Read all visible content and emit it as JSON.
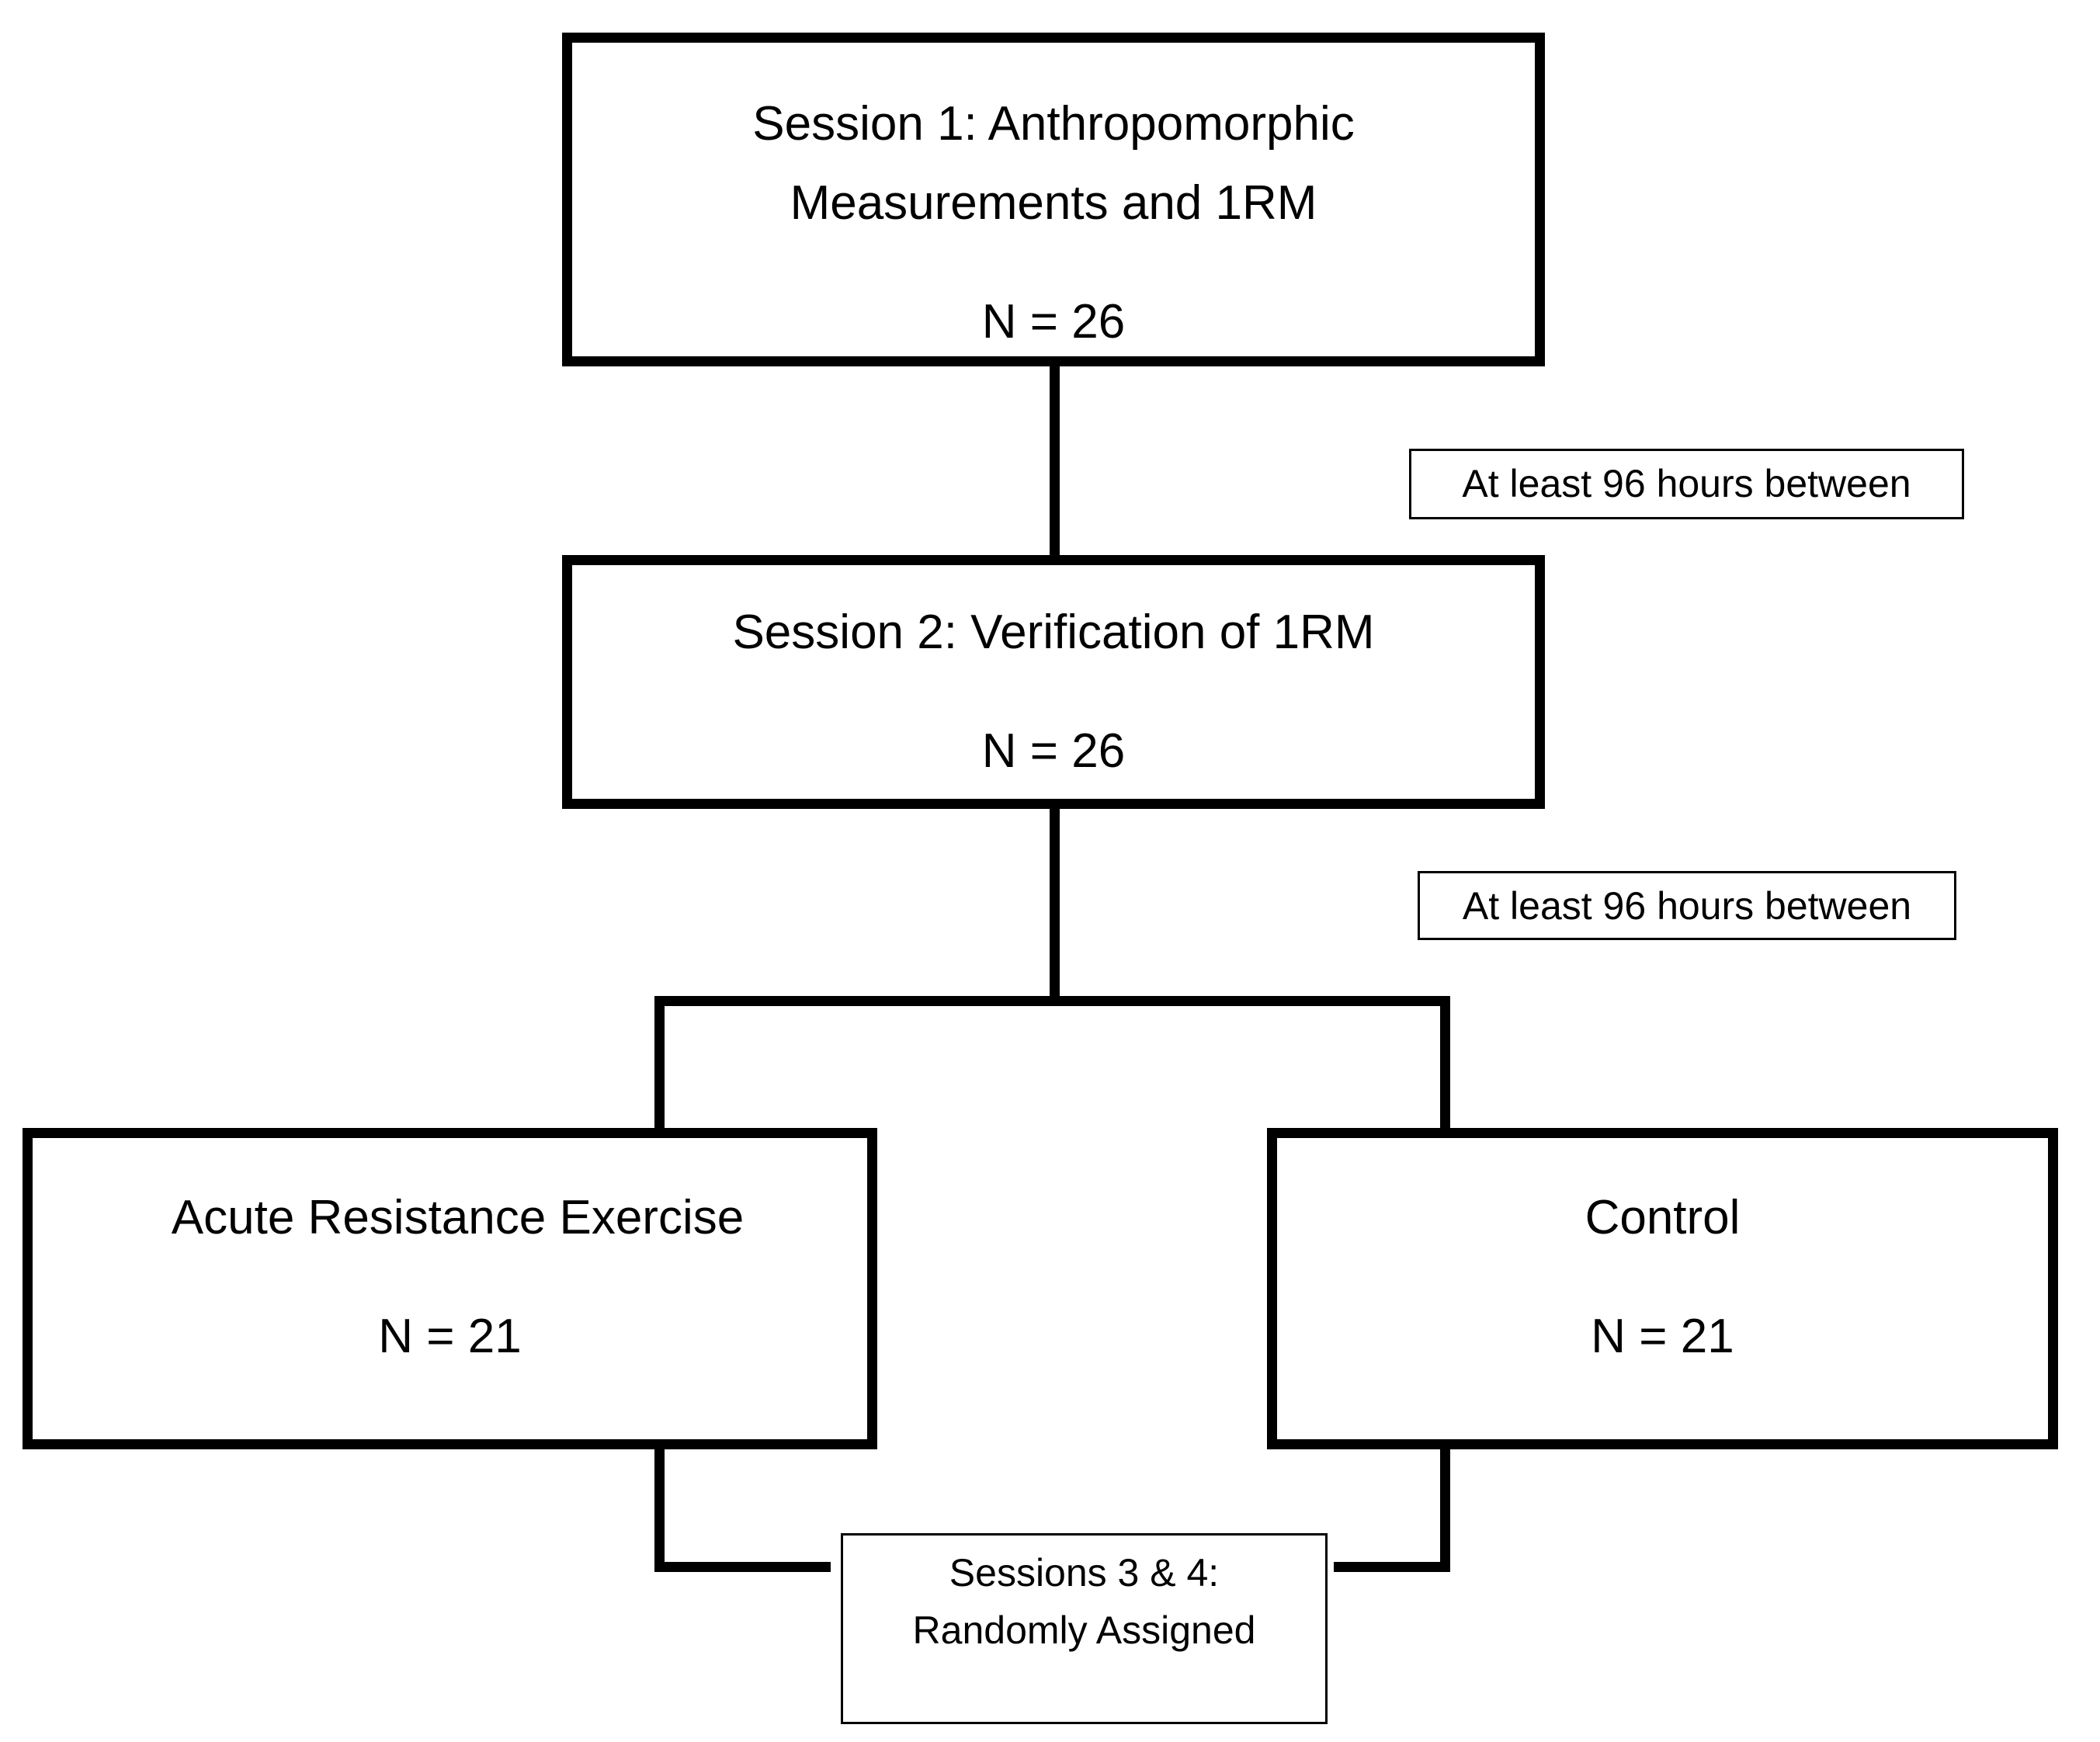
{
  "session1": {
    "line1": "Session 1: Anthropomorphic",
    "line2": "Measurements and 1RM",
    "n": "N = 26"
  },
  "gap1": {
    "label": "At least 96 hours between"
  },
  "session2": {
    "title": "Session 2: Verification of 1RM",
    "n": "N = 26"
  },
  "gap2": {
    "label": "At least 96 hours  between"
  },
  "acute": {
    "title": "Acute Resistance Exercise",
    "n": "N = 21"
  },
  "control": {
    "title": "Control",
    "n": "N = 21"
  },
  "random": {
    "line1": "Sessions 3 & 4:",
    "line2": "Randomly Assigned"
  }
}
